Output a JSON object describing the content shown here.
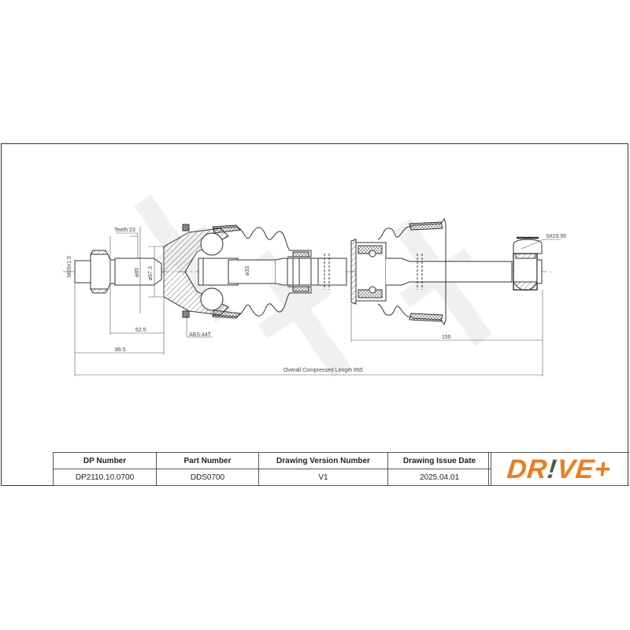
{
  "drawing": {
    "labels": {
      "thread": "M20x1.5",
      "teeth": "Teeth:23",
      "dia_outer": "ø85",
      "dia_inner": "ø57.3",
      "dia_shaft": "ø33",
      "abs": "ABS:44T",
      "hex": "S#29.95"
    },
    "dimensions": {
      "d1": "52.5",
      "d2": "86.5",
      "d3": "150",
      "overall": "Overall Compressed Length 655"
    },
    "watermark": "DRIVE+",
    "colors": {
      "line": "#333333",
      "watermark": "#eeeeee",
      "brand_orange": "#f07a1a",
      "brand_gray": "#555555"
    }
  },
  "title_block": {
    "headers": [
      "DP Number",
      "Part Number",
      "Drawing Version Number",
      "Drawing Issue Date"
    ],
    "values": [
      "DP2110.10.0700",
      "DDS0700",
      "V1",
      "2025.04.01"
    ],
    "logo": {
      "part1": "DR",
      "part2": "!",
      "part3": "VE+"
    }
  }
}
